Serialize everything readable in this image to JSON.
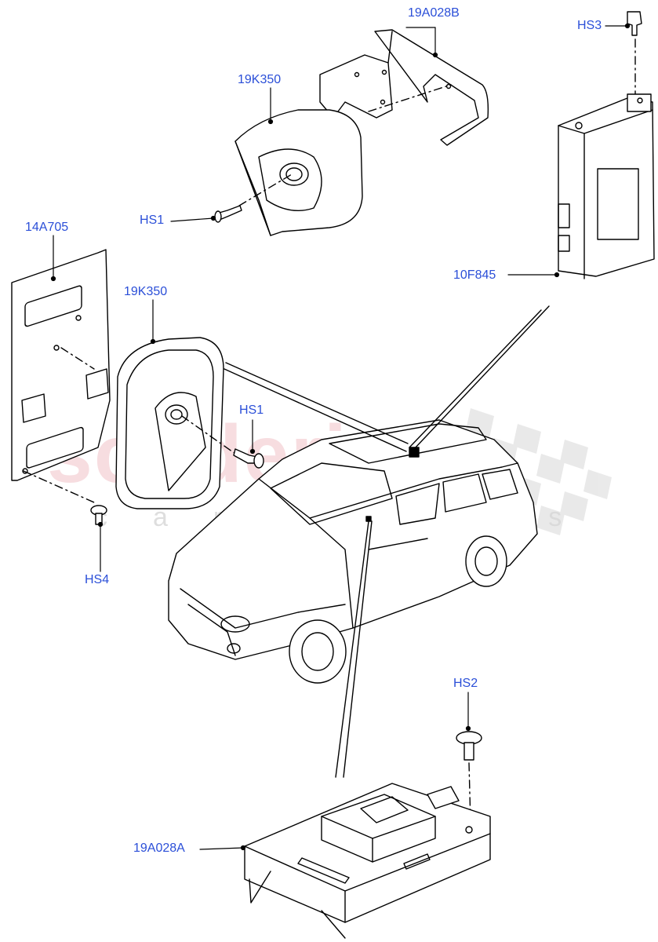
{
  "diagram": {
    "watermark": {
      "main": "scuderia",
      "sub": "car parts"
    },
    "parts": [
      {
        "id": "19A028B",
        "label": "19A028B"
      },
      {
        "id": "HS3",
        "label": "HS3"
      },
      {
        "id": "19K350-upper",
        "label": "19K350"
      },
      {
        "id": "HS1-upper",
        "label": "HS1"
      },
      {
        "id": "14A705",
        "label": "14A705"
      },
      {
        "id": "19K350-lower",
        "label": "19K350"
      },
      {
        "id": "10F845",
        "label": "10F845"
      },
      {
        "id": "HS1-lower",
        "label": "HS1"
      },
      {
        "id": "HS4",
        "label": "HS4"
      },
      {
        "id": "HS2",
        "label": "HS2"
      },
      {
        "id": "19A028A",
        "label": "19A028A"
      }
    ],
    "colors": {
      "label": "#2b4fd8",
      "line": "#000000",
      "watermark": "#e696a0"
    }
  }
}
